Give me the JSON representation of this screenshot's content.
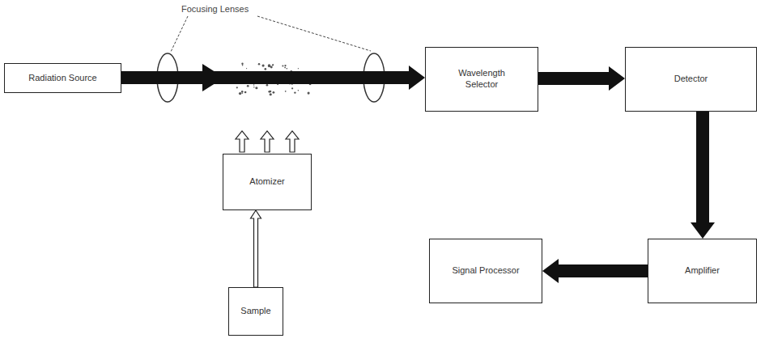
{
  "diagram": {
    "nodes": [
      {
        "text": [
          "Radiation Source"
        ]
      },
      {
        "text": [
          "Atomizer"
        ]
      },
      {
        "text": [
          "Sample"
        ]
      },
      {
        "text": [
          "Wavelength Selector"
        ]
      },
      {
        "text": [
          "Detector"
        ]
      },
      {
        "text": [
          "Amplifier"
        ]
      },
      {
        "text": [
          "Signal Processor"
        ]
      }
    ],
    "edges": [
      {
        "from": 0,
        "to": 3,
        "arrow": "to"
      },
      {
        "from": 2,
        "to": 1,
        "arrow": "to"
      },
      {
        "from": 3,
        "to": 4,
        "arrow": "to"
      },
      {
        "from": 4,
        "to": 5,
        "arrow": "to"
      },
      {
        "from": 5,
        "to": 6,
        "arrow": "to"
      }
    ],
    "labels": [
      "Focusing Lenses"
    ]
  }
}
